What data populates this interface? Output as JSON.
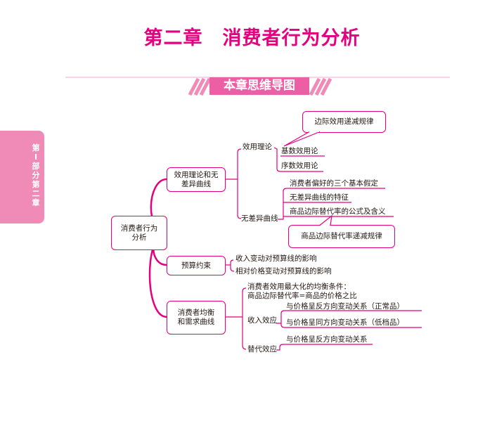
{
  "title": {
    "part1": "第二章",
    "part2": "消费者行为分析"
  },
  "banner": "本章思维导图",
  "side_tab": "第Ⅰ部分 第二章",
  "colors": {
    "accent": "#e4007f",
    "banner": "#ec5fa4",
    "tab": "#f08bb8"
  },
  "mindmap": {
    "root": "消费者行为分析",
    "utility": {
      "label": "效用理论和无差异曲线",
      "utility_theory": {
        "label": "效用理论",
        "callout": "边际效用递减规律",
        "items": [
          "基数效用论",
          "序数效用论"
        ]
      },
      "indifference": {
        "label": "无差异曲线",
        "items": [
          "消费者偏好的三个基本假定",
          "无差异曲线的特征",
          "商品边际替代率的公式及含义"
        ],
        "callout": "商品边际替代率递减规律"
      }
    },
    "budget": {
      "label": "预算约束",
      "items": [
        "收入变动对预算线的影响",
        "相对价格变动对预算线的影响"
      ]
    },
    "equilibrium": {
      "label": "消费者均衡和需求曲线",
      "condition": [
        "消费者效用最大化的均衡条件：",
        "商品边际替代率=商品的价格之比"
      ],
      "income_effect": {
        "label": "收入效应",
        "items": [
          "与价格呈反方向变动关系（正常品）",
          "与价格呈同方向变动关系（低档品）"
        ]
      },
      "substitution_effect": {
        "label": "替代效应",
        "items": [
          "与价格呈反方向变动关系"
        ]
      }
    }
  }
}
